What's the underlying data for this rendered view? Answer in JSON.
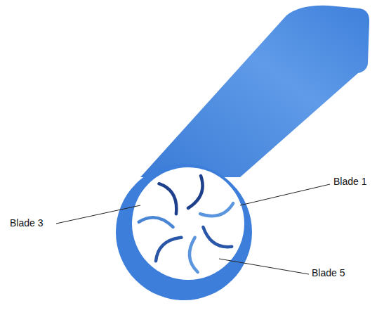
{
  "diagram": {
    "labels": [
      "Blade 1",
      "Blade 3",
      "Blade 5"
    ]
  }
}
